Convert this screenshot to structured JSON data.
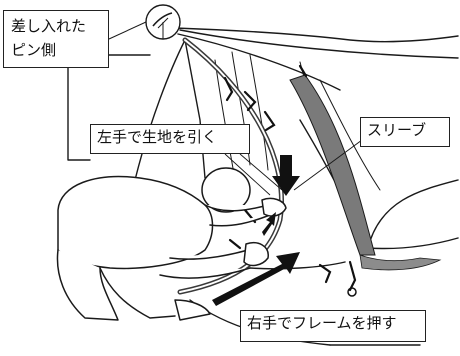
{
  "labels": {
    "pin_side": "差し入れた\nピン側",
    "pull_fabric": "左手で生地を引く",
    "sleeve": "スリーブ",
    "push_frame": "右手でフレームを押す"
  },
  "colors": {
    "line": "#1a1a1a",
    "sleeve_fill": "#7a7a7a",
    "frame": "#3a3a3a",
    "arrow": "#111111",
    "ground_shade": "#8c8c8c"
  },
  "icons": {
    "pin_magnifier": "pin-detail-circle",
    "motion_arrows": "arrow-icon"
  }
}
